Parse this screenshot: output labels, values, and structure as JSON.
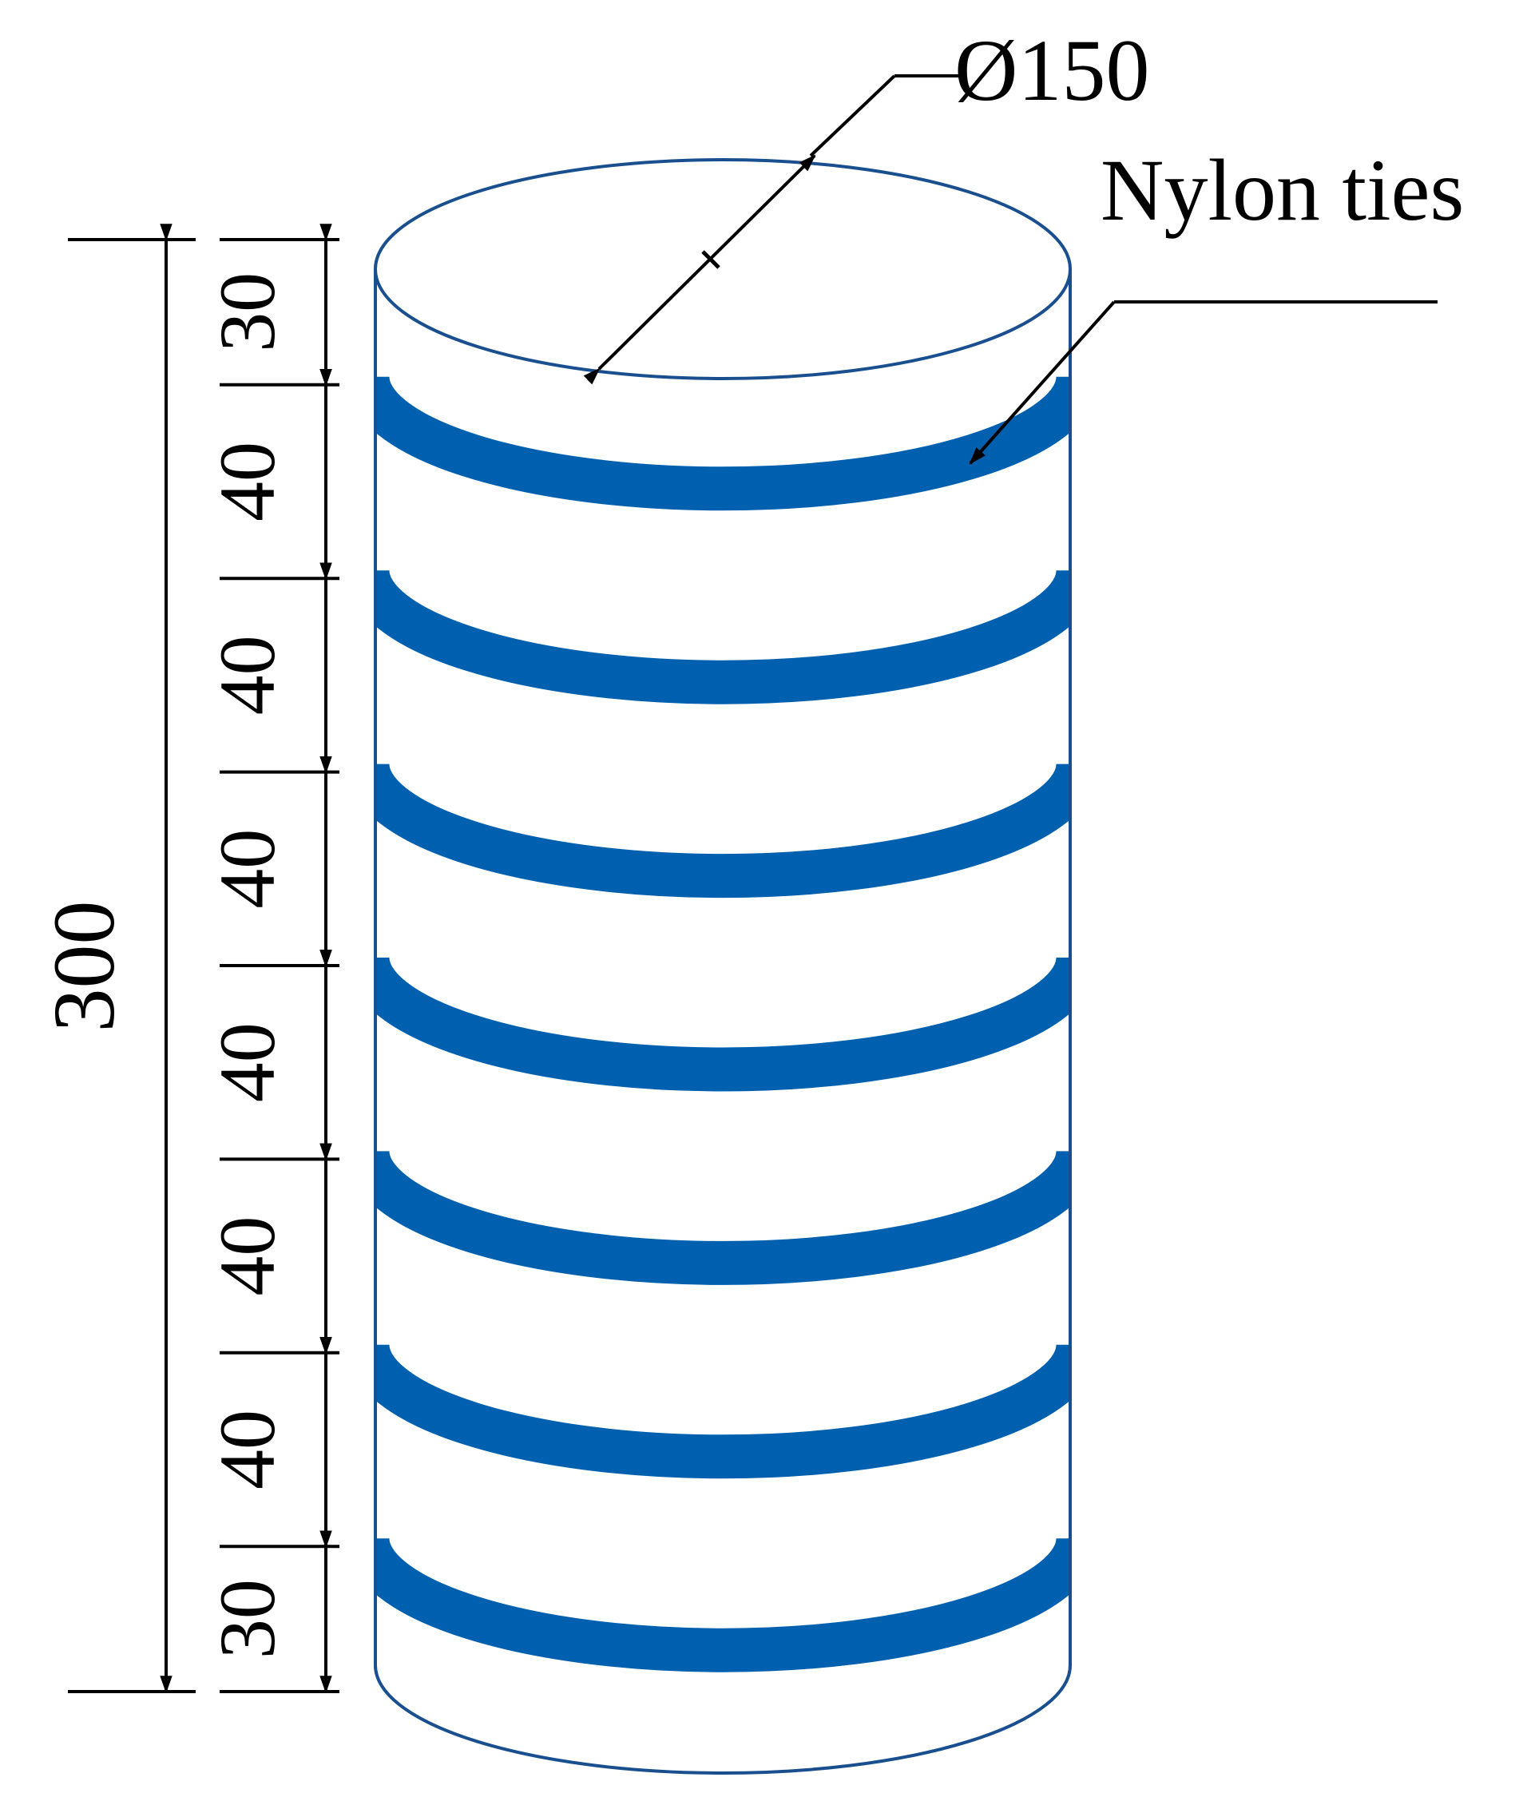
{
  "labels": {
    "diameter": "Ø150",
    "ties": "Nylon ties",
    "total_height": "300",
    "segments": [
      "30",
      "40",
      "40",
      "40",
      "40",
      "40",
      "40",
      "30"
    ]
  },
  "dimensions": {
    "diameter_mm": 150,
    "height_mm": 300,
    "segments_mm": [
      30,
      40,
      40,
      40,
      40,
      40,
      40,
      30
    ],
    "tie_count": 7
  },
  "colors": {
    "tie": "#0060b0",
    "outline": "#1a4f8f",
    "dimension": "#000000",
    "background": "#ffffff"
  }
}
